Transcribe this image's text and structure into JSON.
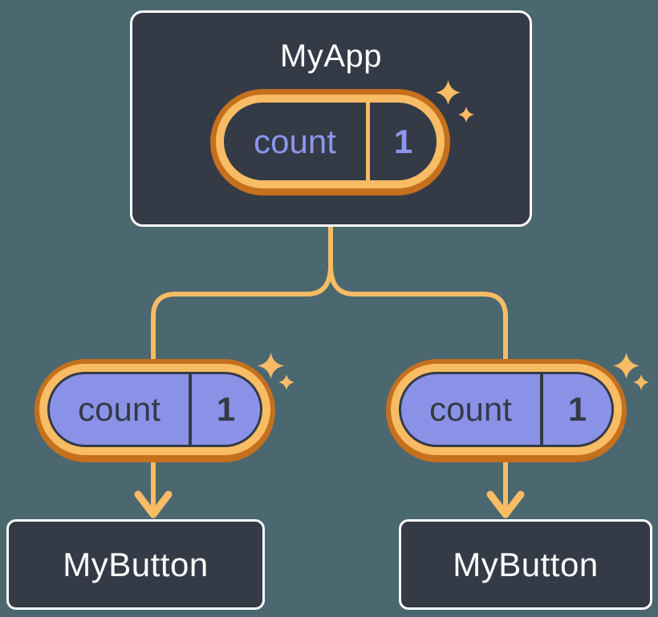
{
  "colors": {
    "background": "#4B6770",
    "card": "#343A46",
    "card_border": "#FFFFFF",
    "orange_dark": "#C5701D",
    "orange_light": "#F8BC64",
    "purple_fill": "#8A92E8",
    "purple_text": "#8C96EC",
    "dark_text": "#343A46",
    "white_text": "#FFFFFF"
  },
  "icons": {
    "sparkle": "sparkle-icon (four-point star)",
    "arrow": "arrow-down"
  },
  "diagram": {
    "root": {
      "title": "MyApp",
      "state_pill": {
        "name": "count",
        "value": "1"
      }
    },
    "children": [
      {
        "title": "MyButton",
        "prop_pill": {
          "name": "count",
          "value": "1"
        }
      },
      {
        "title": "MyButton",
        "prop_pill": {
          "name": "count",
          "value": "1"
        }
      }
    ]
  }
}
